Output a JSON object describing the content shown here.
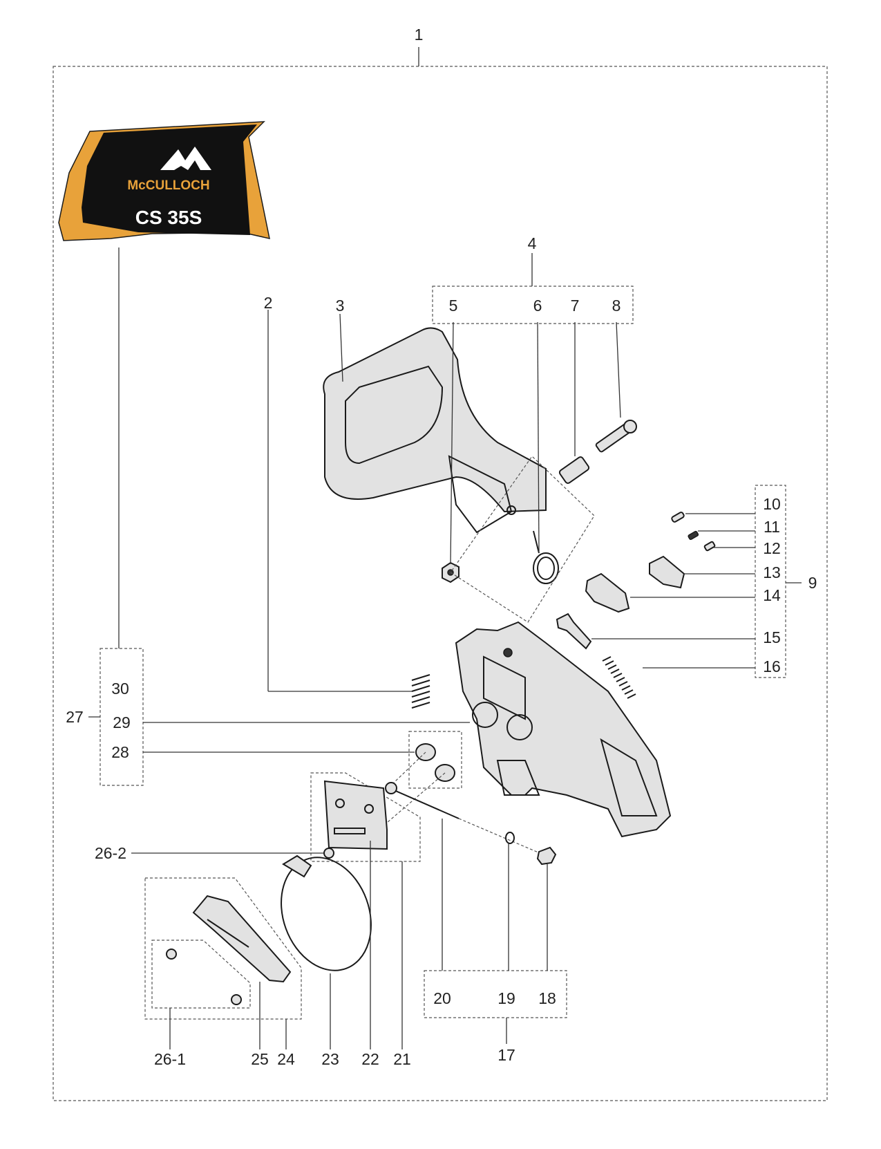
{
  "colors": {
    "logo_black": "#111111",
    "logo_orange": "#e8a23a",
    "logo_text": "#e8a23a",
    "logo_white": "#ffffff"
  },
  "logo": {
    "brand": "McCULLOCH",
    "model": "CS 35S"
  },
  "callouts": [
    {
      "id": "1",
      "text": "1"
    },
    {
      "id": "2",
      "text": "2"
    },
    {
      "id": "3",
      "text": "3"
    },
    {
      "id": "4",
      "text": "4"
    },
    {
      "id": "5",
      "text": "5"
    },
    {
      "id": "6",
      "text": "6"
    },
    {
      "id": "7",
      "text": "7"
    },
    {
      "id": "8",
      "text": "8"
    },
    {
      "id": "9",
      "text": "9"
    },
    {
      "id": "10",
      "text": "10"
    },
    {
      "id": "11",
      "text": "11"
    },
    {
      "id": "12",
      "text": "12"
    },
    {
      "id": "13",
      "text": "13"
    },
    {
      "id": "14",
      "text": "14"
    },
    {
      "id": "15",
      "text": "15"
    },
    {
      "id": "16",
      "text": "16"
    },
    {
      "id": "17",
      "text": "17"
    },
    {
      "id": "18",
      "text": "18"
    },
    {
      "id": "19",
      "text": "19"
    },
    {
      "id": "20",
      "text": "20"
    },
    {
      "id": "21",
      "text": "21"
    },
    {
      "id": "22",
      "text": "22"
    },
    {
      "id": "23",
      "text": "23"
    },
    {
      "id": "24",
      "text": "24"
    },
    {
      "id": "25",
      "text": "25"
    },
    {
      "id": "26-1",
      "text": "26-1"
    },
    {
      "id": "26-2",
      "text": "26-2"
    },
    {
      "id": "27",
      "text": "27"
    },
    {
      "id": "28",
      "text": "28"
    },
    {
      "id": "29",
      "text": "29"
    },
    {
      "id": "30",
      "text": "30"
    }
  ]
}
